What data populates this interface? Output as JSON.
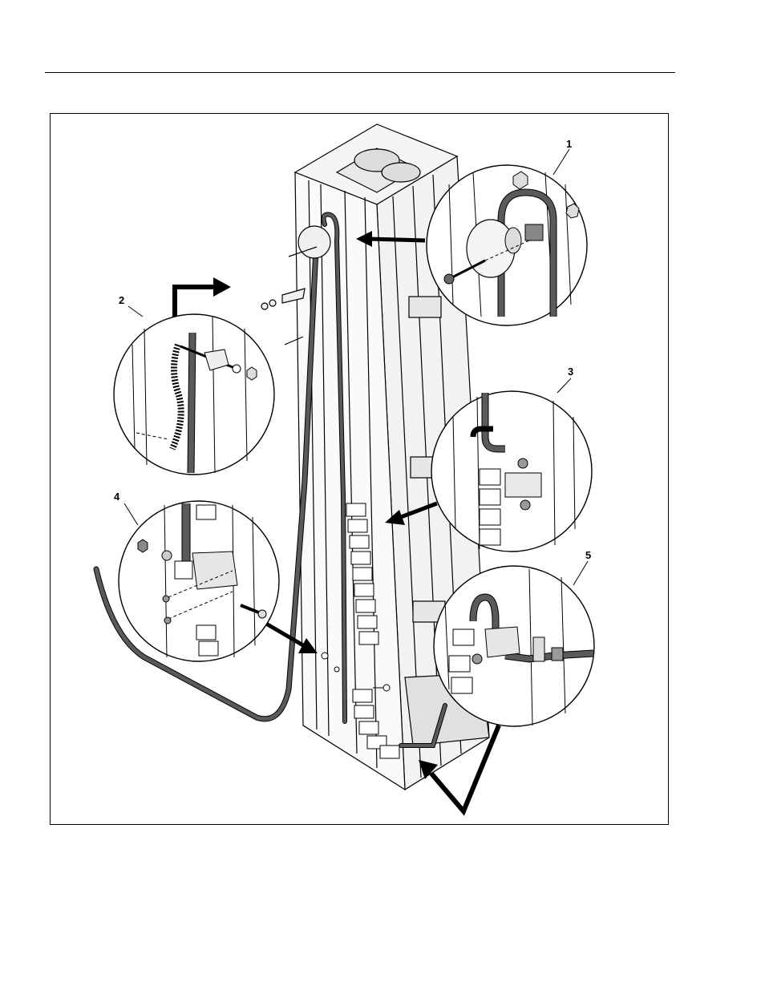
{
  "callouts": {
    "c1": "1",
    "c2": "2",
    "c3": "3",
    "c4": "4",
    "c5": "5"
  },
  "colors": {
    "line": "#000000",
    "hose": "#5a5a5a",
    "panel": "#eeeeee",
    "bg": "#ffffff"
  }
}
